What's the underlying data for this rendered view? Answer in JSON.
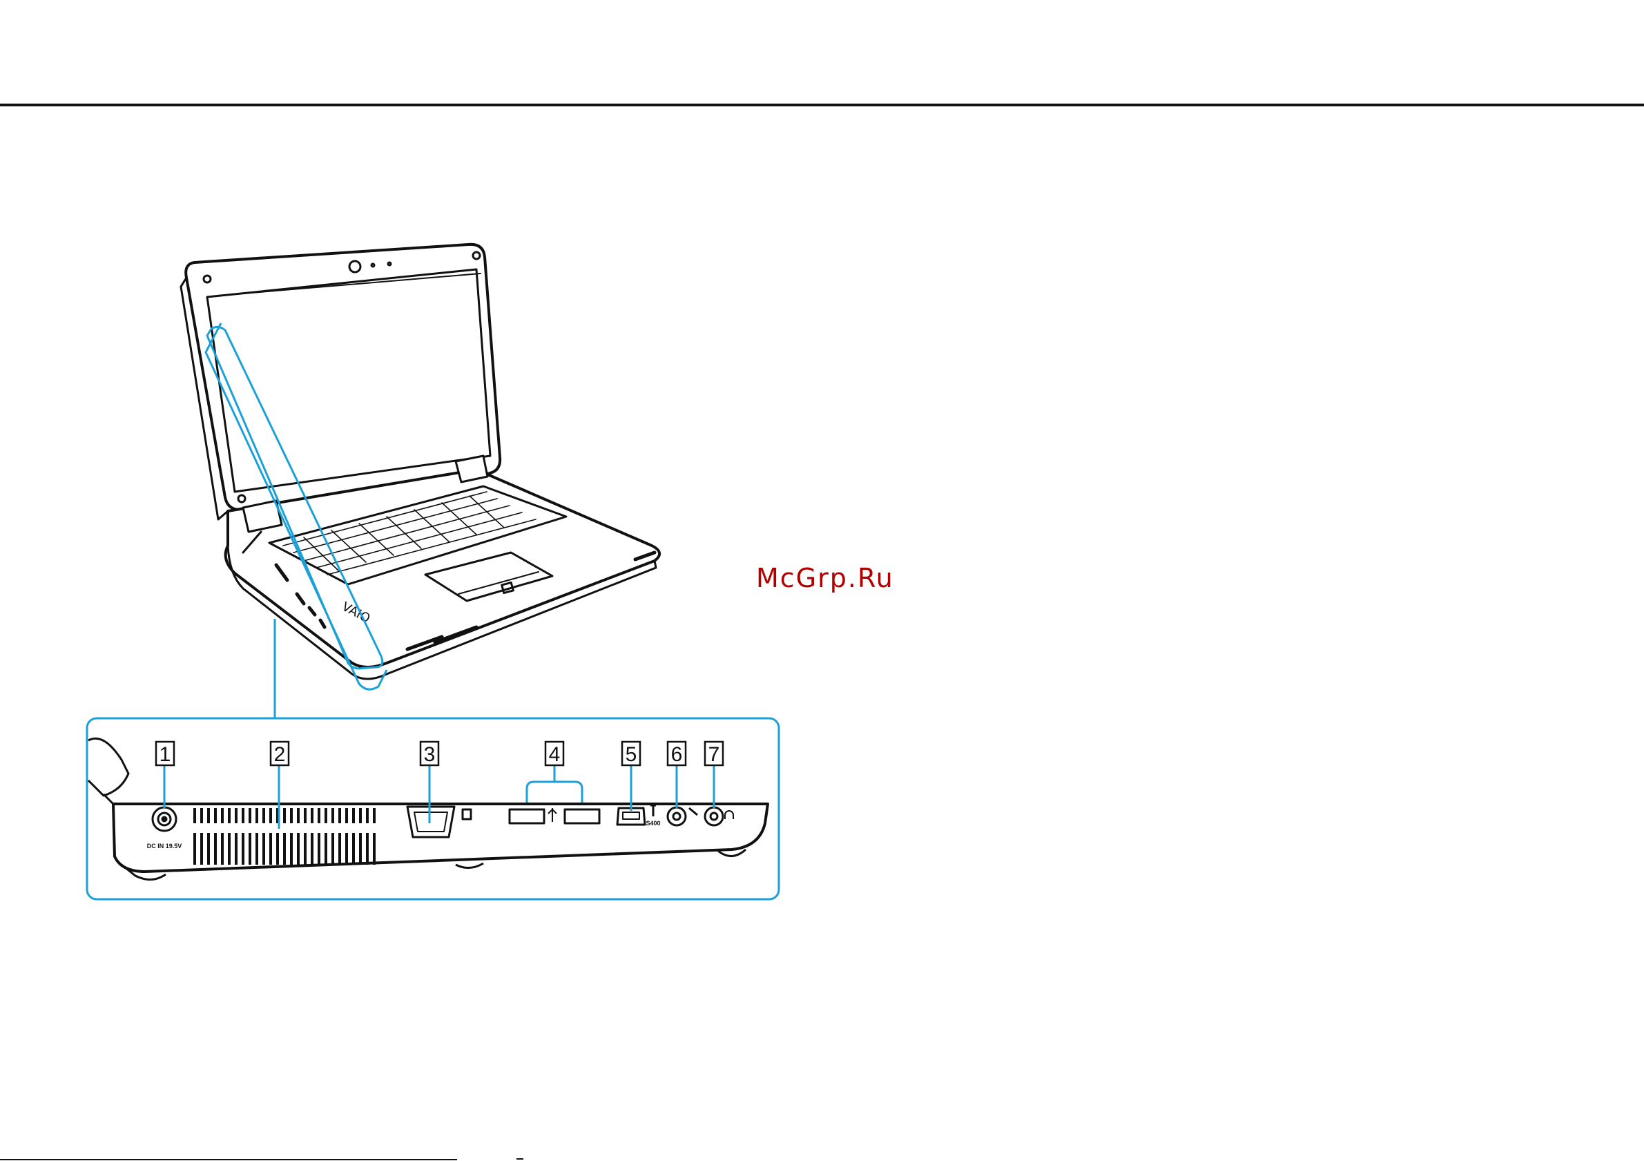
{
  "watermark": "McGrp.Ru",
  "colors": {
    "callout": "#1ba1d8",
    "line": "#111111",
    "watermark": "#b00000"
  },
  "ports": [
    {
      "number": "1",
      "label": "DC IN 19.5V"
    },
    {
      "number": "2",
      "label": ""
    },
    {
      "number": "3",
      "label": ""
    },
    {
      "number": "4",
      "label": ""
    },
    {
      "number": "5",
      "label": "S400"
    },
    {
      "number": "6",
      "label": ""
    },
    {
      "number": "7",
      "label": ""
    }
  ],
  "icons": [
    "usb-icon",
    "firewire-icon",
    "microphone-icon",
    "headphones-icon",
    "monitor-icon",
    "vaio-logo"
  ]
}
